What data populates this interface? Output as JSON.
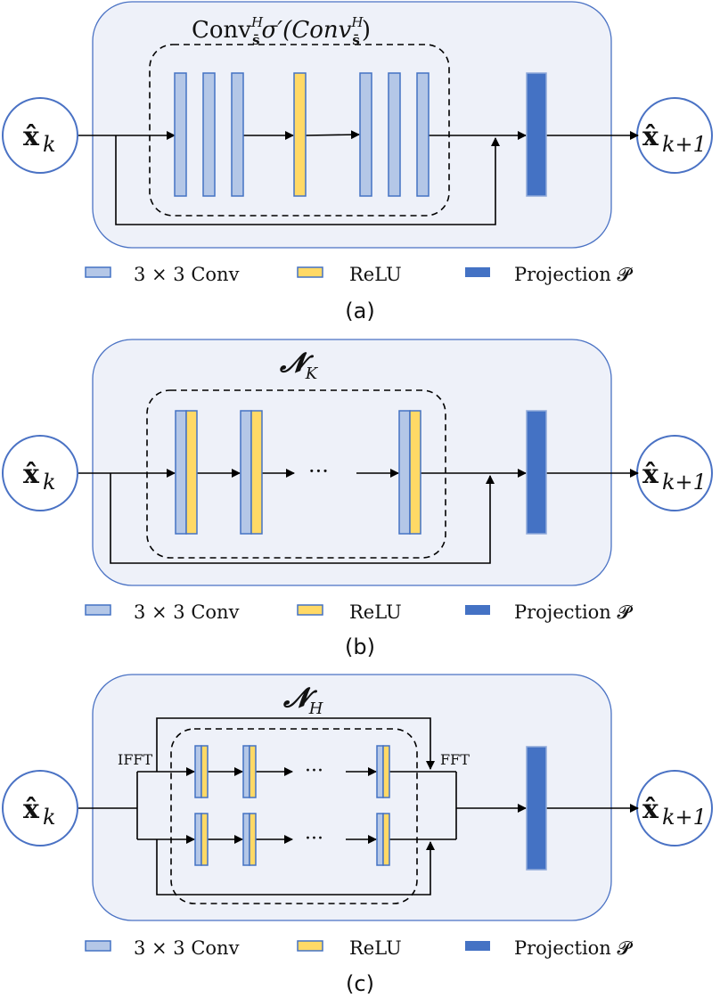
{
  "colors": {
    "panel_fill": "#eef1f9",
    "panel_border": "#4a72c4",
    "conv": "#b4c7e7",
    "relu": "#ffd966",
    "projection": "#4472c4",
    "node_border": "#4a72c4"
  },
  "nodes": {
    "input_main": "x̂",
    "input_sub": "k",
    "output_main": "x̂",
    "output_sub": "k+1"
  },
  "legend": {
    "conv": "3 × 3 Conv",
    "relu": "ReLU",
    "projection": "Projection 𝓟"
  },
  "panel_a": {
    "title": "Conv",
    "title_sup": "H",
    "title_sub": "s̄",
    "title_mid": "σ′(Conv",
    "title_end": ")",
    "caption": "(a)"
  },
  "panel_b": {
    "title_main": "𝓝",
    "title_sub": "K",
    "ellipsis": "···",
    "caption": "(b)"
  },
  "panel_c": {
    "title_main": "𝓝",
    "title_sub": "H",
    "ifft": "IFFT",
    "fft": "FFT",
    "ellipsis": "···",
    "caption": "(c)"
  }
}
